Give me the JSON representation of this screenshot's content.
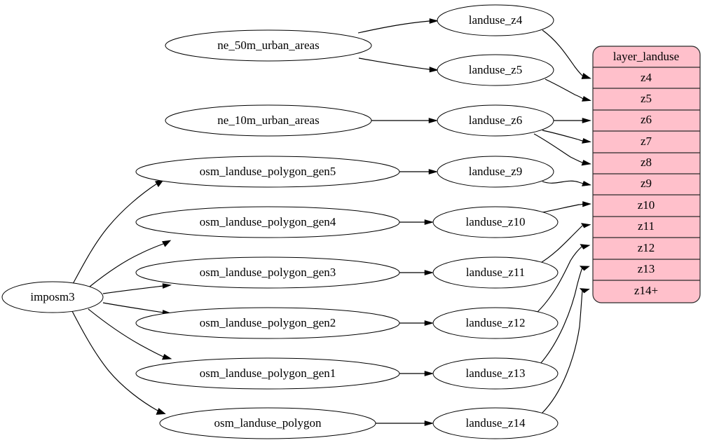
{
  "diagram": {
    "type": "graphviz-digraph",
    "orientation": "left-to-right",
    "background_color": "#ffffff",
    "source_node": {
      "id": "imposm3",
      "label": "imposm3"
    },
    "natural_earth_nodes": [
      {
        "id": "ne_50m_urban_areas",
        "label": "ne_50m_urban_areas"
      },
      {
        "id": "ne_10m_urban_areas",
        "label": "ne_10m_urban_areas"
      }
    ],
    "osm_nodes": [
      {
        "id": "osm_landuse_polygon_gen5",
        "label": "osm_landuse_polygon_gen5"
      },
      {
        "id": "osm_landuse_polygon_gen4",
        "label": "osm_landuse_polygon_gen4"
      },
      {
        "id": "osm_landuse_polygon_gen3",
        "label": "osm_landuse_polygon_gen3"
      },
      {
        "id": "osm_landuse_polygon_gen2",
        "label": "osm_landuse_polygon_gen2"
      },
      {
        "id": "osm_landuse_polygon_gen1",
        "label": "osm_landuse_polygon_gen1"
      },
      {
        "id": "osm_landuse_polygon",
        "label": "osm_landuse_polygon"
      }
    ],
    "landuse_nodes": [
      {
        "id": "landuse_z4",
        "label": "landuse_z4"
      },
      {
        "id": "landuse_z5",
        "label": "landuse_z5"
      },
      {
        "id": "landuse_z6",
        "label": "landuse_z6"
      },
      {
        "id": "landuse_z9",
        "label": "landuse_z9"
      },
      {
        "id": "landuse_z10",
        "label": "landuse_z10"
      },
      {
        "id": "landuse_z11",
        "label": "landuse_z11"
      },
      {
        "id": "landuse_z12",
        "label": "landuse_z12"
      },
      {
        "id": "landuse_z13",
        "label": "landuse_z13"
      },
      {
        "id": "landuse_z14",
        "label": "landuse_z14"
      }
    ],
    "layer_table": {
      "title": "layer_landuse",
      "fill_color": "#ffc0cb",
      "border_color": "#2b2b2b",
      "rows": [
        {
          "id": "z4",
          "label": "z4"
        },
        {
          "id": "z5",
          "label": "z5"
        },
        {
          "id": "z6",
          "label": "z6"
        },
        {
          "id": "z7",
          "label": "z7"
        },
        {
          "id": "z8",
          "label": "z8"
        },
        {
          "id": "z9",
          "label": "z9"
        },
        {
          "id": "z10",
          "label": "z10"
        },
        {
          "id": "z11",
          "label": "z11"
        },
        {
          "id": "z12",
          "label": "z12"
        },
        {
          "id": "z13",
          "label": "z13"
        },
        {
          "id": "z14plus",
          "label": "z14+"
        }
      ]
    },
    "edges": [
      {
        "from": "ne_50m_urban_areas",
        "to": "landuse_z4"
      },
      {
        "from": "ne_50m_urban_areas",
        "to": "landuse_z5"
      },
      {
        "from": "ne_10m_urban_areas",
        "to": "landuse_z6"
      },
      {
        "from": "imposm3",
        "to": "osm_landuse_polygon_gen5"
      },
      {
        "from": "imposm3",
        "to": "osm_landuse_polygon_gen4"
      },
      {
        "from": "imposm3",
        "to": "osm_landuse_polygon_gen3"
      },
      {
        "from": "imposm3",
        "to": "osm_landuse_polygon_gen2"
      },
      {
        "from": "imposm3",
        "to": "osm_landuse_polygon_gen1"
      },
      {
        "from": "imposm3",
        "to": "osm_landuse_polygon"
      },
      {
        "from": "osm_landuse_polygon_gen5",
        "to": "landuse_z9"
      },
      {
        "from": "osm_landuse_polygon_gen4",
        "to": "landuse_z10"
      },
      {
        "from": "osm_landuse_polygon_gen3",
        "to": "landuse_z11"
      },
      {
        "from": "osm_landuse_polygon_gen2",
        "to": "landuse_z12"
      },
      {
        "from": "osm_landuse_polygon_gen1",
        "to": "landuse_z13"
      },
      {
        "from": "osm_landuse_polygon",
        "to": "landuse_z14"
      },
      {
        "from": "landuse_z4",
        "to": "z4"
      },
      {
        "from": "landuse_z5",
        "to": "z5"
      },
      {
        "from": "landuse_z6",
        "to": "z6"
      },
      {
        "from": "landuse_z6",
        "to": "z7"
      },
      {
        "from": "landuse_z6",
        "to": "z8"
      },
      {
        "from": "landuse_z9",
        "to": "z9"
      },
      {
        "from": "landuse_z10",
        "to": "z10"
      },
      {
        "from": "landuse_z11",
        "to": "z11"
      },
      {
        "from": "landuse_z12",
        "to": "z12"
      },
      {
        "from": "landuse_z13",
        "to": "z13"
      },
      {
        "from": "landuse_z14",
        "to": "z14plus"
      }
    ]
  }
}
